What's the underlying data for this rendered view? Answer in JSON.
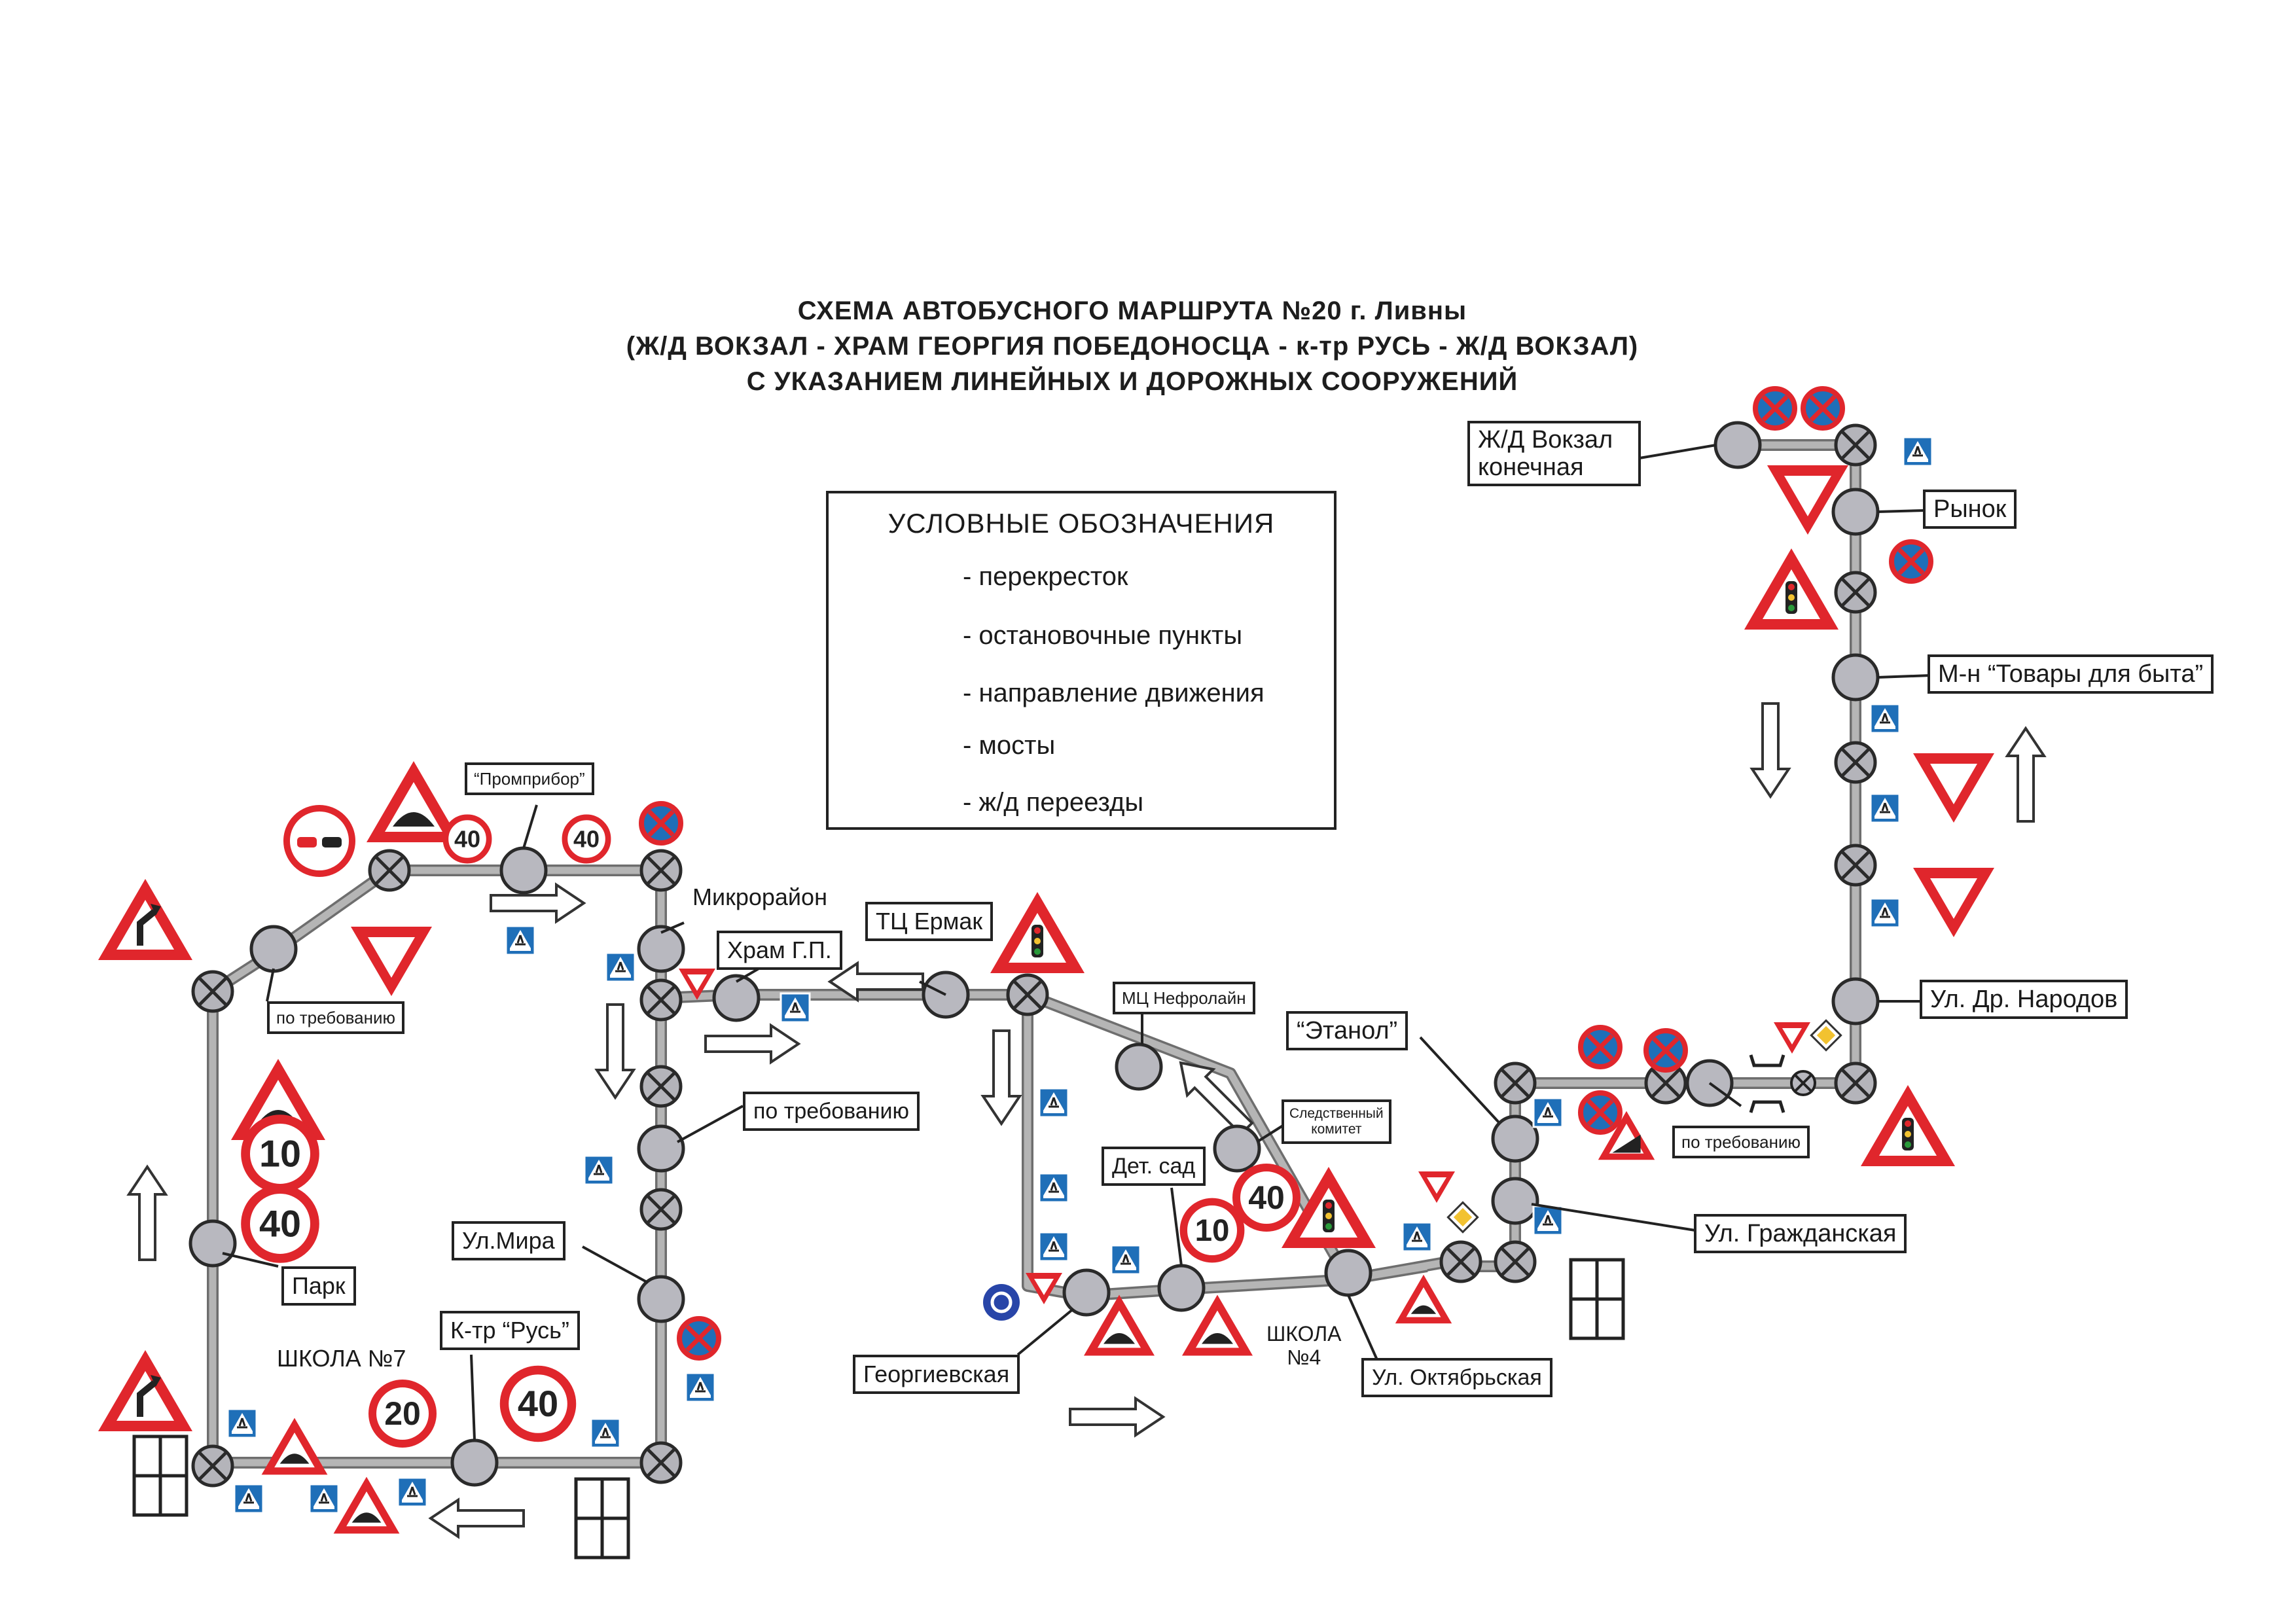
{
  "title": {
    "line1": "СХЕМА АВТОБУСНОГО МАРШРУТА №20 г. Ливны",
    "line2": "(Ж/Д ВОКЗАЛ - ХРАМ ГЕОРГИЯ ПОБЕДОНОСЦА - к-тр РУСЬ - Ж/Д ВОКЗАЛ)",
    "line3": "С УКАЗАНИЕМ ЛИНЕЙНЫХ И ДОРОЖНЫХ СООРУЖЕНИЙ"
  },
  "legend": {
    "title": "УСЛОВНЫЕ ОБОЗНАЧЕНИЯ",
    "items": [
      {
        "symbol": "intersection-icon",
        "text": "- перекресток"
      },
      {
        "symbol": "bus-stop-icon",
        "text": "- остановочные пункты"
      },
      {
        "symbol": "direction-arrow-icon",
        "text": "- направление движения"
      },
      {
        "symbol": "bridge-icon",
        "text": "- мосты"
      },
      {
        "symbol": "railway-crossing-icon",
        "text": "- ж/д переезды"
      }
    ]
  },
  "stops": {
    "zhd_vokzal_line1": "Ж/Д Вокзал",
    "zhd_vokzal_line2": "конечная",
    "rynok": "Рынок",
    "tovary": "М-н “Товары для быта”",
    "dr_narodov": "Ул. Др. Народов",
    "po_treb_1": "по требованию",
    "etanol": "“Этанол”",
    "grazhdanskaya": "Ул. Гражданская",
    "oktyabrskaya": "Ул. Октябрьская",
    "sled_line1": "Следственный",
    "sled_line2": "комитет",
    "mc_nefrolain": "МЦ Нефролайн",
    "det_sad": "Дет. сад",
    "georgievskaya": "Георгиевская",
    "tc_ermak": "ТЦ Ермак",
    "hram": "Храм Г.П.",
    "mikroraion": "Микрорайон",
    "po_treb_2": "по требованию",
    "ul_mira": "Ул.Мира",
    "kt_rus": "К-тр “Русь”",
    "park": "Парк",
    "po_treb_3": "по требованию",
    "promribor": "“Промприбор”"
  },
  "places": {
    "school4_line1": "ШКОЛА",
    "school4_line2": "№4",
    "school7": "ШКОЛА №7"
  },
  "speed_signs": [
    "40",
    "40",
    "10",
    "40",
    "20",
    "40",
    "10",
    "40"
  ],
  "colors": {
    "route": "#a3a3a3",
    "route_outline": "#6a6a6a",
    "sign_red": "#e0262c",
    "sign_blue": "#1f6fb8",
    "stop_fill": "#b8b8bf",
    "roundabout": "#2845a8"
  }
}
